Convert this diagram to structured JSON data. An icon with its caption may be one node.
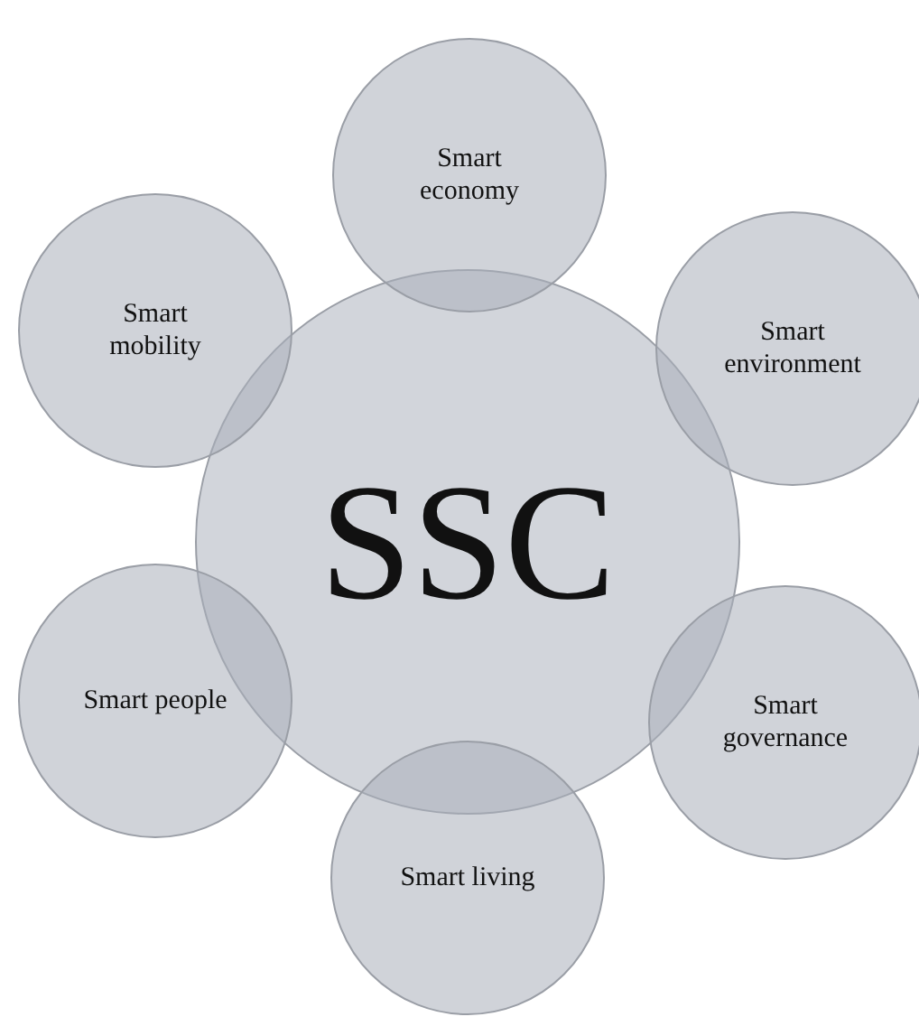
{
  "diagram": {
    "nodes": [
      {
        "text": [
          "Smart economy"
        ]
      },
      {
        "text": [
          "Smart mobility"
        ]
      },
      {
        "text": [
          "Smart environment"
        ]
      },
      {
        "text": [
          "SSC"
        ]
      },
      {
        "text": [
          "Smart people"
        ]
      },
      {
        "text": [
          "Smart governance"
        ]
      },
      {
        "text": [
          "Smart living"
        ]
      }
    ]
  }
}
